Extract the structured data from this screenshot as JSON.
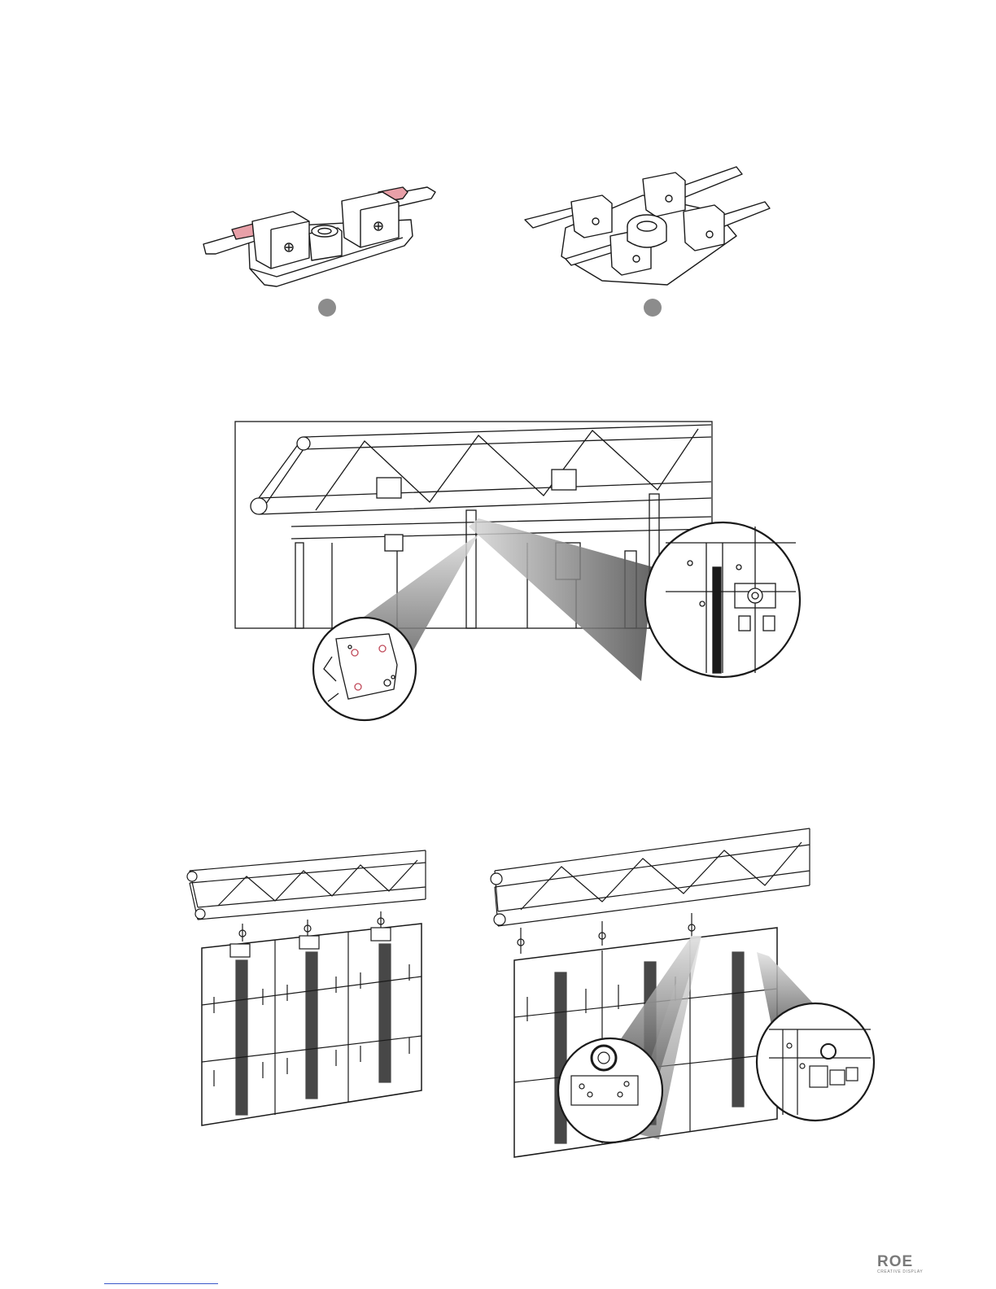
{
  "brand": {
    "logo_word": "ROE",
    "logo_tagline": "CREATIVE DISPLAY"
  },
  "figures": {
    "step_markers": [
      {
        "name": "step-marker-1"
      },
      {
        "name": "step-marker-2"
      }
    ]
  },
  "colors": {
    "line": "#1a1a1a",
    "highlight": "#e8a0a8",
    "step_dot": "#8c8c8c",
    "logo": "#7a7a7a",
    "link": "#3a57c9"
  }
}
